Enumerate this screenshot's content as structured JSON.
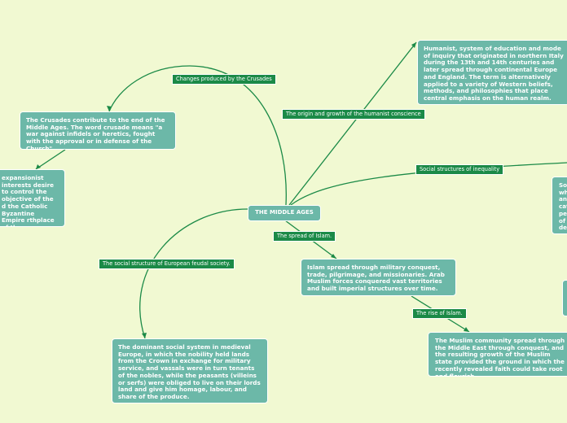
{
  "central": "THE MIDDLE AGES",
  "labels": {
    "crusades_changes": "Changes produced by the Crusades",
    "humanist_origin": "The origin and growth of the humanist conscience",
    "social_inequality": "Social structures of inequality",
    "islam_spread": "The spread of Islam.",
    "feudal_structure": "The social structure of European feudal society.",
    "islam_rise": "The rise of Islam."
  },
  "nodes": {
    "crusades": "The Crusades contribute to the end of the Middle Ages. The word crusade means \"a war against infidels or heretics, fought with the approval or in defense of the Church\"",
    "expansionist": "expansionist interests desire to control the objective of the d the Catholic Byzantine Empire rthplace of the",
    "humanism": "Humanist, system of education and mode of inquiry that originated in northern Italy during the 13th and 14th centuries and later spread through continental Europe and England. The term is alternatively applied to a variety of Western beliefs, methods, and philosophies that place central emphasis on the human realm.",
    "inequality": "So wh an cat pe of de",
    "islam": "Islam spread through military conquest, trade, pilgrimage, and missionaries. Arab Muslim forces conquered vast territories and built imperial structures over time.",
    "feudal": "The dominant social system in medieval Europe, in which the nobility held lands from the Crown in exchange for military service, and vassals were in turn tenants of the nobles, while the peasants (villeins or serfs) were obliged to live on their lords land and give him homage, labour, and share of the produce.",
    "muslim": "The Muslim community spread through the Middle East through conquest, and the resulting growth of the Muslim state provided the ground in which the recently revealed faith could take root and flourish"
  },
  "colors": {
    "background": "#f1f9d2",
    "node": "#6cb8a8",
    "label": "#1b8a47",
    "connector": "#1b8a47"
  }
}
